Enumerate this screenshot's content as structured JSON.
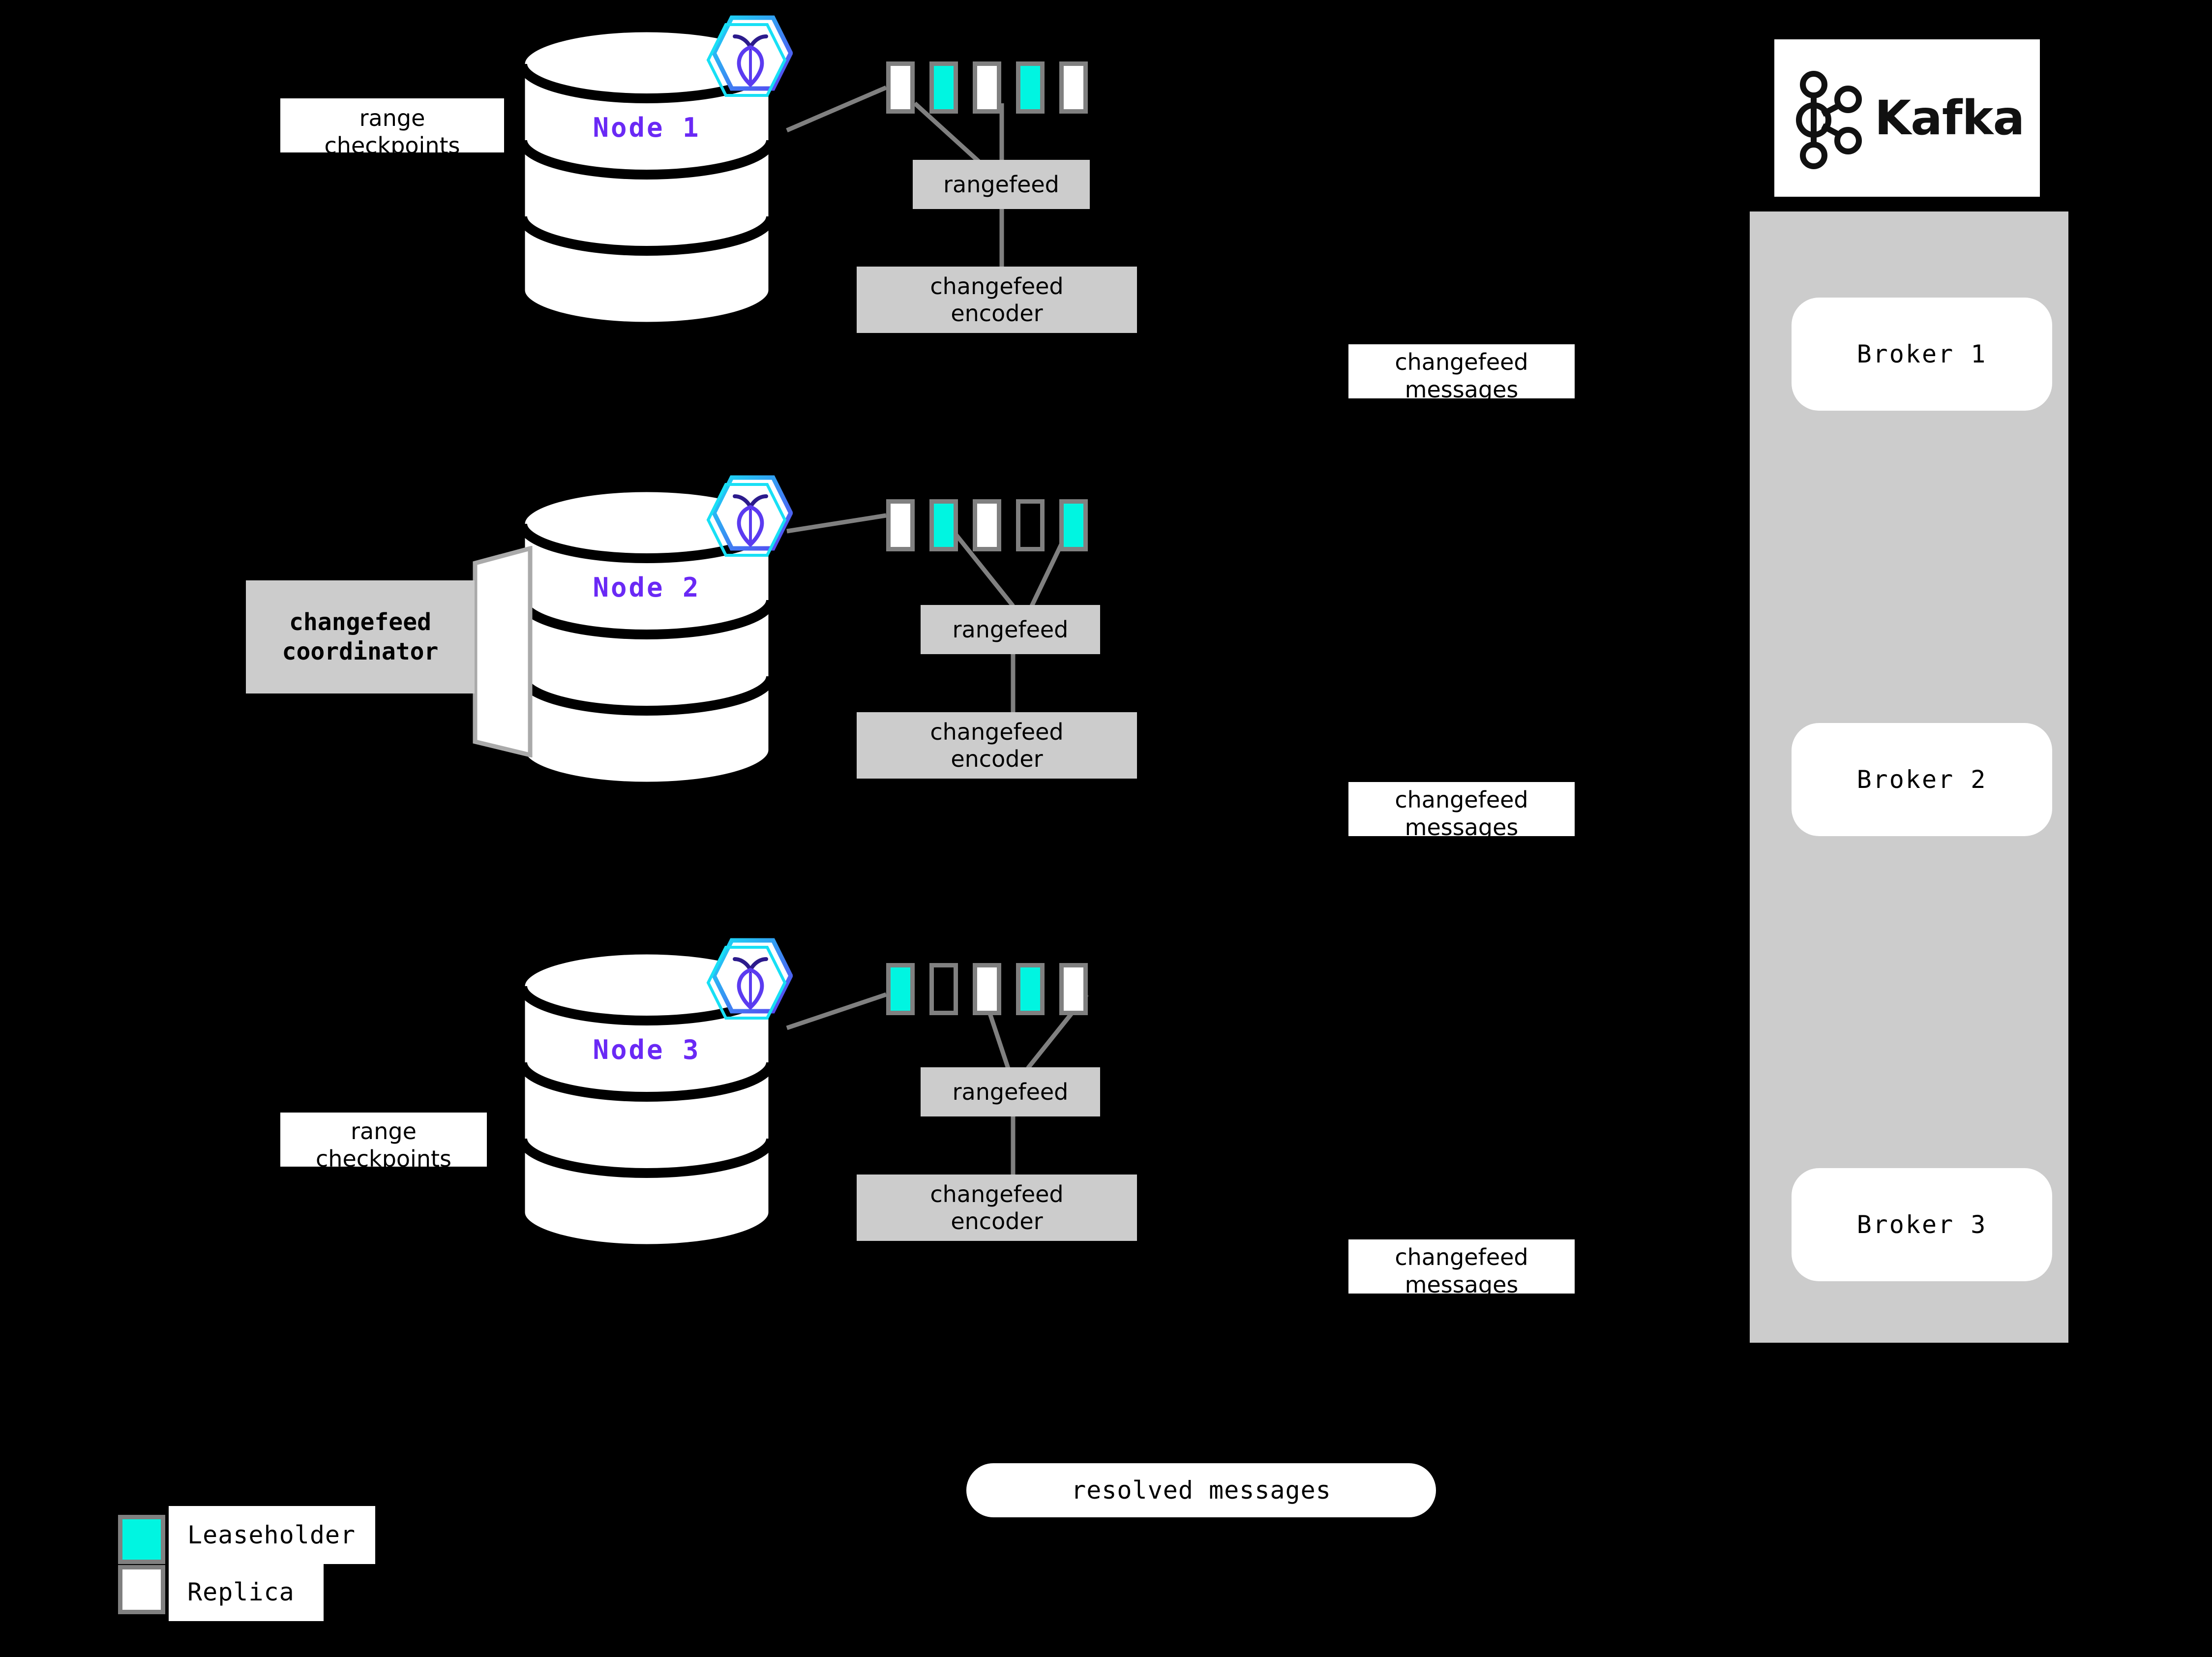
{
  "diagram": {
    "title": "CockroachDB changefeed to Kafka architecture",
    "background_color": "#000000",
    "accent_leaseholder_color": "#00F5E1",
    "accent_replica_color": "#FFFFFF",
    "node_label_color": "#6A29F5",
    "process_box_color": "#CCCCCC"
  },
  "nodes": [
    {
      "id": "node1",
      "label": "Node 1",
      "ranges": [
        "replica",
        "leaseholder",
        "replica",
        "leaseholder",
        "replica"
      ],
      "rangefeed_label": "rangefeed",
      "encoder_label": "changefeed\nencoder",
      "encoder_line1": "changefeed",
      "encoder_line2": "encoder",
      "side_label_line1": "range",
      "side_label_line2": "checkpoints"
    },
    {
      "id": "node2",
      "label": "Node 2",
      "ranges": [
        "replica",
        "leaseholder",
        "replica",
        "empty",
        "leaseholder"
      ],
      "rangefeed_label": "rangefeed",
      "encoder_label": "changefeed\nencoder",
      "encoder_line1": "changefeed",
      "encoder_line2": "encoder",
      "coordinator_line1": "changefeed",
      "coordinator_line2": "coordinator"
    },
    {
      "id": "node3",
      "label": "Node 3",
      "ranges": [
        "leaseholder",
        "empty",
        "replica",
        "leaseholder",
        "replica"
      ],
      "rangefeed_label": "rangefeed",
      "encoder_label": "changefeed\nencoder",
      "encoder_line1": "changefeed",
      "encoder_line2": "encoder",
      "side_label_line1": "range",
      "side_label_line2": "checkpoints"
    }
  ],
  "messages": [
    {
      "id": "msg1",
      "line1": "changefeed",
      "line2": "messages"
    },
    {
      "id": "msg2",
      "line1": "changefeed",
      "line2": "messages"
    },
    {
      "id": "msg3",
      "line1": "changefeed",
      "line2": "messages"
    }
  ],
  "resolved": {
    "label": "resolved messages"
  },
  "kafka": {
    "wordmark": "Kafka",
    "brokers": [
      {
        "label": "Broker 1"
      },
      {
        "label": "Broker 2"
      },
      {
        "label": "Broker 3"
      }
    ]
  },
  "legend": {
    "items": [
      {
        "swatch": "leaseholder",
        "label": "Leaseholder"
      },
      {
        "swatch": "replica",
        "label": "Replica"
      }
    ]
  }
}
